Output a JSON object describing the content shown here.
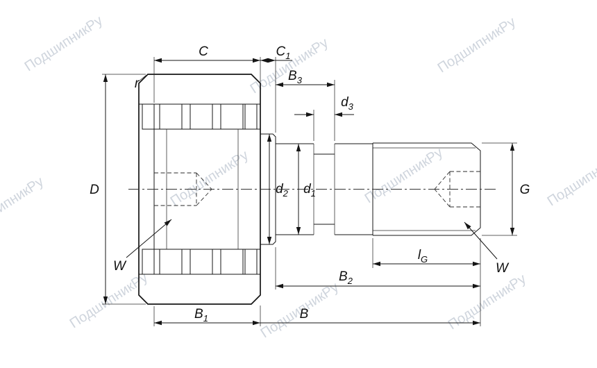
{
  "watermark": {
    "text": "ПодшипникРу"
  },
  "labels": {
    "C": {
      "main": "C",
      "sub": ""
    },
    "C1": {
      "main": "C",
      "sub": "1"
    },
    "B3": {
      "main": "B",
      "sub": "3"
    },
    "d3": {
      "main": "d",
      "sub": "3"
    },
    "D": {
      "main": "D",
      "sub": ""
    },
    "d2": {
      "main": "d",
      "sub": "2"
    },
    "d1": {
      "main": "d",
      "sub": "1"
    },
    "G": {
      "main": "G",
      "sub": ""
    },
    "W_left": {
      "main": "W",
      "sub": ""
    },
    "W_right": {
      "main": "W",
      "sub": ""
    },
    "lG": {
      "main": "l",
      "sub": "G"
    },
    "B2": {
      "main": "B",
      "sub": "2"
    },
    "B1": {
      "main": "B",
      "sub": "1"
    },
    "B": {
      "main": "B",
      "sub": ""
    },
    "r": {
      "main": "r",
      "sub": ""
    }
  },
  "colors": {
    "line": "#151515",
    "watermark": "#a9b3c2",
    "background": "#ffffff"
  }
}
